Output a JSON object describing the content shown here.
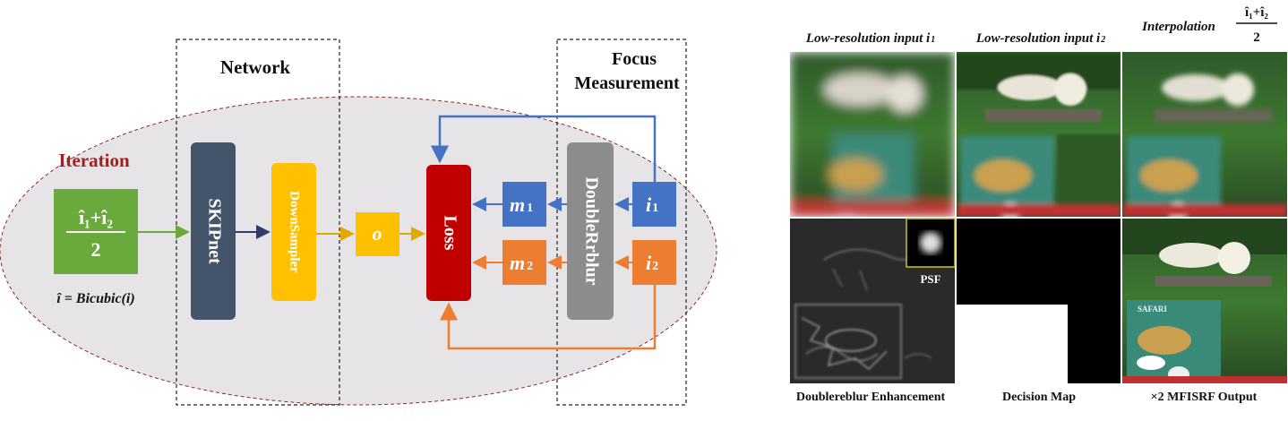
{
  "diagram": {
    "network_label": "Network",
    "focus_label_line1": "Focus",
    "focus_label_line2": "Measurement",
    "iteration_label": "Iteration",
    "interp_num": "î₁+î₂",
    "interp_den": "2",
    "bicubic_caption": "î = Bicubic(i)",
    "skipnet_label": "SKIPnet",
    "downsampler_label": "DownSampler",
    "o_label": "o",
    "loss_label": "Loss",
    "m1_label": "m",
    "m1_sub": "1",
    "m2_label": "m",
    "m2_sub": "2",
    "doubleblur_label": "DoubleRrblur",
    "i1_label": "i",
    "i1_sub": "1",
    "i2_label": "i",
    "i2_sub": "2",
    "colors": {
      "green": "#6aaa3c",
      "skipnet": "#44546a",
      "downsampler": "#ffc000",
      "loss": "#c00000",
      "blue": "#4472c4",
      "orange": "#ed7d31",
      "gray": "#8c8c8c",
      "iteration_text": "#a02020"
    }
  },
  "panel": {
    "header_lr1": "Low-resolution input i",
    "header_lr1_sub": "1",
    "header_lr2": "Low-resolution input i",
    "header_lr2_sub": "2",
    "header_interp": "Interpolation",
    "header_interp_num": "î₁+î₂",
    "header_interp_den": "2",
    "psf_label": "PSF",
    "caption_enh": "Doublereblur Enhancement",
    "caption_decision": "Decision Map",
    "caption_output": "×2  MFISRF Output"
  }
}
